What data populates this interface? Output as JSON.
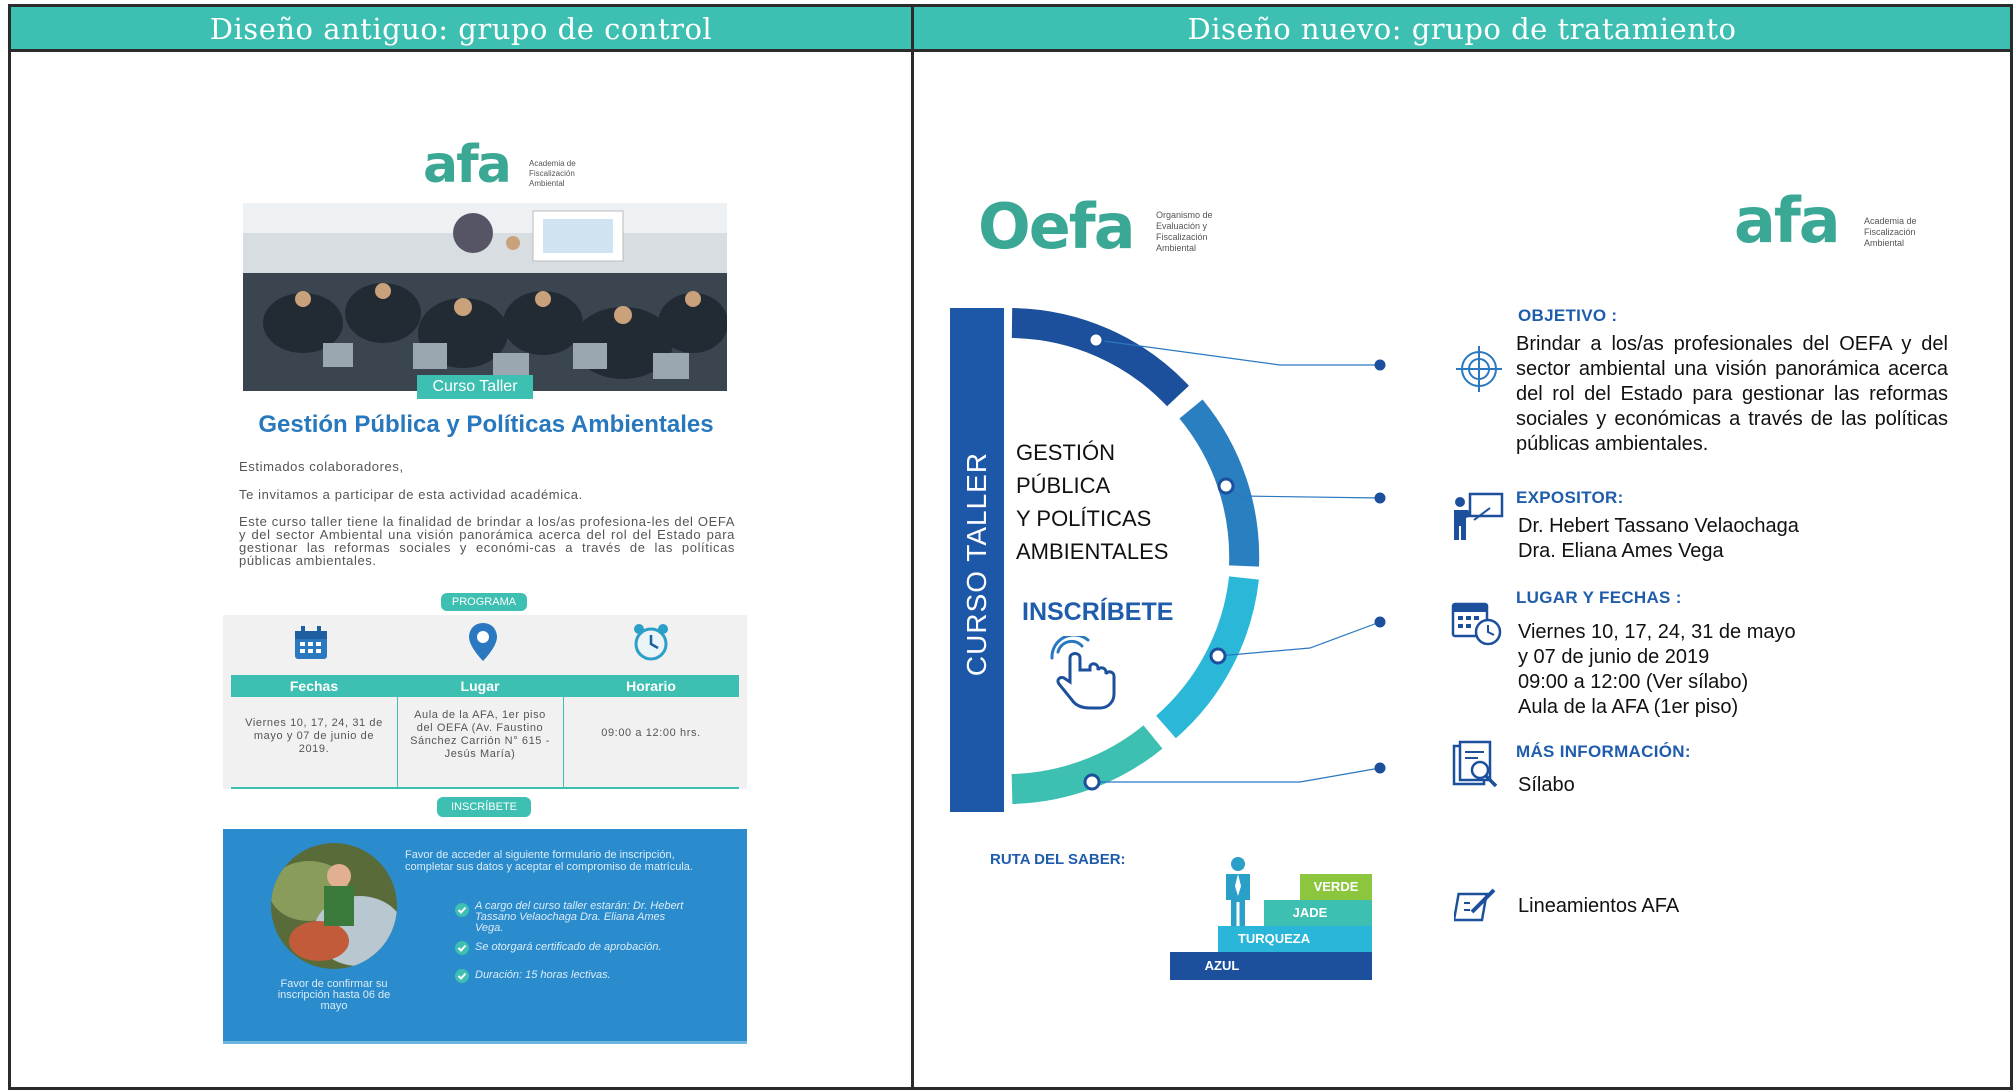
{
  "left": {
    "header": "Diseño antiguo: grupo de control",
    "logo": {
      "text": "afa",
      "sub": "Academia de Fiscalización Ambiental"
    },
    "photo_badge": "Curso Taller",
    "title": "Gestión Pública y Políticas Ambientales",
    "greeting": "Estimados colaboradores,",
    "invite": "Te invitamos a participar de esta actividad académica.",
    "body": "Este curso taller tiene la finalidad de brindar a los/as profesiona-les del OEFA y del sector Ambiental una visión panorámica acerca del rol del Estado para gestionar las reformas sociales y económi-cas a través de las políticas públicas ambientales.",
    "programa_label": "PROGRAMA",
    "columns": [
      {
        "header": "Fechas",
        "icon": "calendar-icon",
        "value": "Viernes 10, 17, 24, 31 de mayo y 07 de junio de 2019."
      },
      {
        "header": "Lugar",
        "icon": "location-pin-icon",
        "value": "Aula de la AFA, 1er piso del OEFA (Av. Faustino Sánchez Carrión N° 615 - Jesús María)"
      },
      {
        "header": "Horario",
        "icon": "alarm-clock-icon",
        "value": "09:00 a 12:00 hrs."
      }
    ],
    "inscribete_label": "INSCRÍBETE",
    "footer": {
      "form_text": "Favor de acceder al siguiente formulario de inscripción, completar sus datos y aceptar el compromiso de matrícula.",
      "items": [
        "A cargo del curso taller estarán: Dr. Hebert Tassano Velaochaga Dra. Eliana Ames Vega.",
        "Se otorgará certificado de aprobación.",
        "Duración: 15 horas lectivas."
      ],
      "confirm": "Favor de confirmar su inscripción hasta 06 de mayo"
    }
  },
  "right": {
    "header": "Diseño nuevo: grupo de tratamiento",
    "oefa_logo": {
      "text": "Oefa",
      "sub": "Organismo de Evaluación y Fiscalización Ambiental"
    },
    "afa_logo": {
      "text": "afa",
      "sub": "Academia de Fiscalización Ambiental"
    },
    "vertical_label": "CURSO TALLER",
    "course_title": [
      "GESTIÓN",
      "PÚBLICA",
      "Y POLÍTICAS",
      "AMBIENTALES"
    ],
    "cta": "INSCRÍBETE",
    "sections": [
      {
        "heading": "OBJETIVO :",
        "icon": "target-icon",
        "lines": [
          "Brindar a los/as profesionales del OEFA y del sector ambiental una visión panorámica acerca del rol del Estado para gestionar las reformas sociales y económicas a través de las políticas públicas ambientales."
        ]
      },
      {
        "heading": "EXPOSITOR:",
        "icon": "presenter-icon",
        "lines": [
          "Dr. Hebert Tassano Velaochaga",
          "Dra. Eliana Ames Vega"
        ]
      },
      {
        "heading": "LUGAR Y FECHAS :",
        "icon": "calendar-clock-icon",
        "lines": [
          "Viernes 10, 17, 24, 31 de mayo",
          "y 07 de junio de 2019",
          "09:00 a 12:00 (Ver sílabo)",
          "Aula de la AFA (1er piso)"
        ]
      },
      {
        "heading": "MÁS INFORMACIÓN:",
        "icon": "document-search-icon",
        "lines": [
          "Sílabo"
        ]
      }
    ],
    "ruta_label": "RUTA DEL SABER:",
    "steps": [
      {
        "label": "VERDE",
        "color": "#8cc63f"
      },
      {
        "label": "JADE",
        "color": "#3dbfb1"
      },
      {
        "label": "TURQUEZA",
        "color": "#29b6d9"
      },
      {
        "label": "AZUL",
        "color": "#1c4f9c"
      }
    ],
    "lineamientos": "Lineamientos AFA"
  }
}
